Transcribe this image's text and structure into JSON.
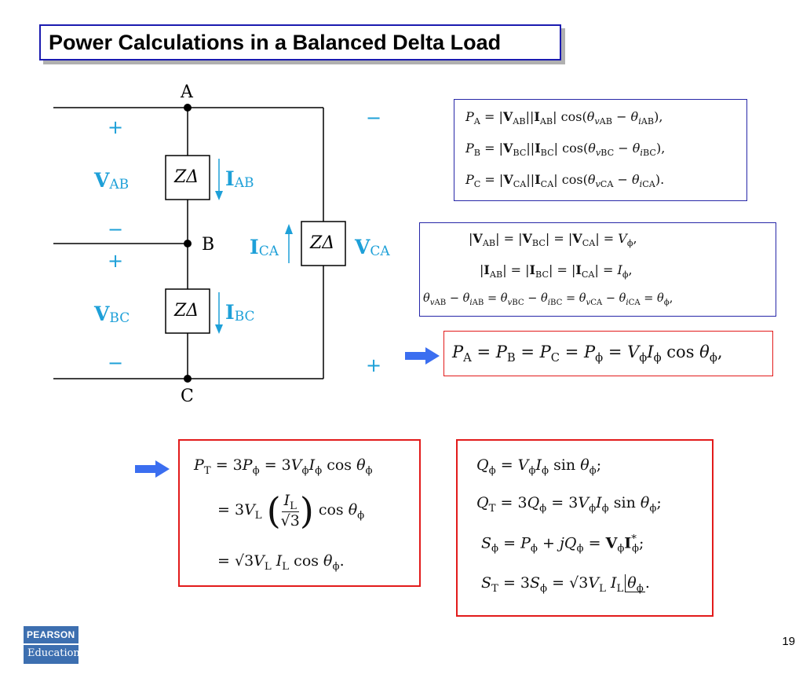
{
  "title": "Power Calculations in a Balanced Delta Load",
  "circuit": {
    "node_a": "A",
    "node_b": "B",
    "node_c": "C",
    "plus": "+",
    "minus": "−",
    "impedance": "ZΔ",
    "v_ab_main": "V",
    "v_ab_sub": "AB",
    "v_bc_main": "V",
    "v_bc_sub": "BC",
    "v_ca_main": "V",
    "v_ca_sub": "CA",
    "i_ab_main": "I",
    "i_ab_sub": "AB",
    "i_bc_main": "I",
    "i_bc_sub": "BC",
    "i_ca_main": "I",
    "i_ca_sub": "CA",
    "label_color": "#1ea0d8"
  },
  "page_number": "19",
  "logo": {
    "line1": "PEARSON",
    "line2": "Education"
  },
  "colors": {
    "title_border": "#1b1bb0",
    "box_blue": "#2727a8",
    "box_red": "#e21b1b",
    "arrow": "#3b6ef0"
  }
}
